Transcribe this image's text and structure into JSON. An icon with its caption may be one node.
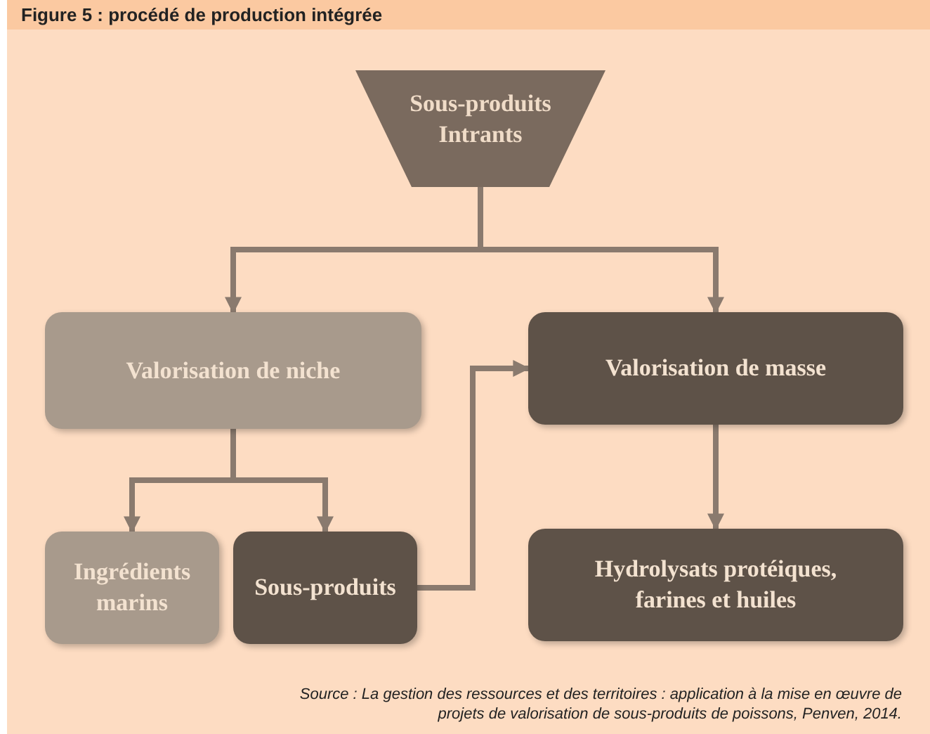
{
  "diagram": {
    "title": "Figure 5 : procédé de production intégrée",
    "nodes": [
      {
        "text": [
          "Sous-produits Intrants"
        ]
      },
      {
        "text": [
          "Valorisation de niche"
        ]
      },
      {
        "text": [
          "Valorisation de masse"
        ]
      },
      {
        "text": [
          "Ingrédients marins"
        ]
      },
      {
        "text": [
          "Sous-produits"
        ]
      },
      {
        "text": [
          "Hydrolysats protéiques, farines et huiles"
        ]
      }
    ],
    "edges": [
      {
        "from": 0,
        "to": 1,
        "arrow": "to"
      },
      {
        "from": 0,
        "to": 2,
        "arrow": "to"
      },
      {
        "from": 1,
        "to": 3,
        "arrow": "to"
      },
      {
        "from": 1,
        "to": 4,
        "arrow": "to"
      },
      {
        "from": 4,
        "to": 2,
        "arrow": "to"
      },
      {
        "from": 2,
        "to": 5,
        "arrow": "to"
      }
    ],
    "caption": "Source : La gestion des ressources et des territoires : application à la mise en œuvre de projets de valorisation de sous-produits de poissons, Penven, 2014."
  }
}
